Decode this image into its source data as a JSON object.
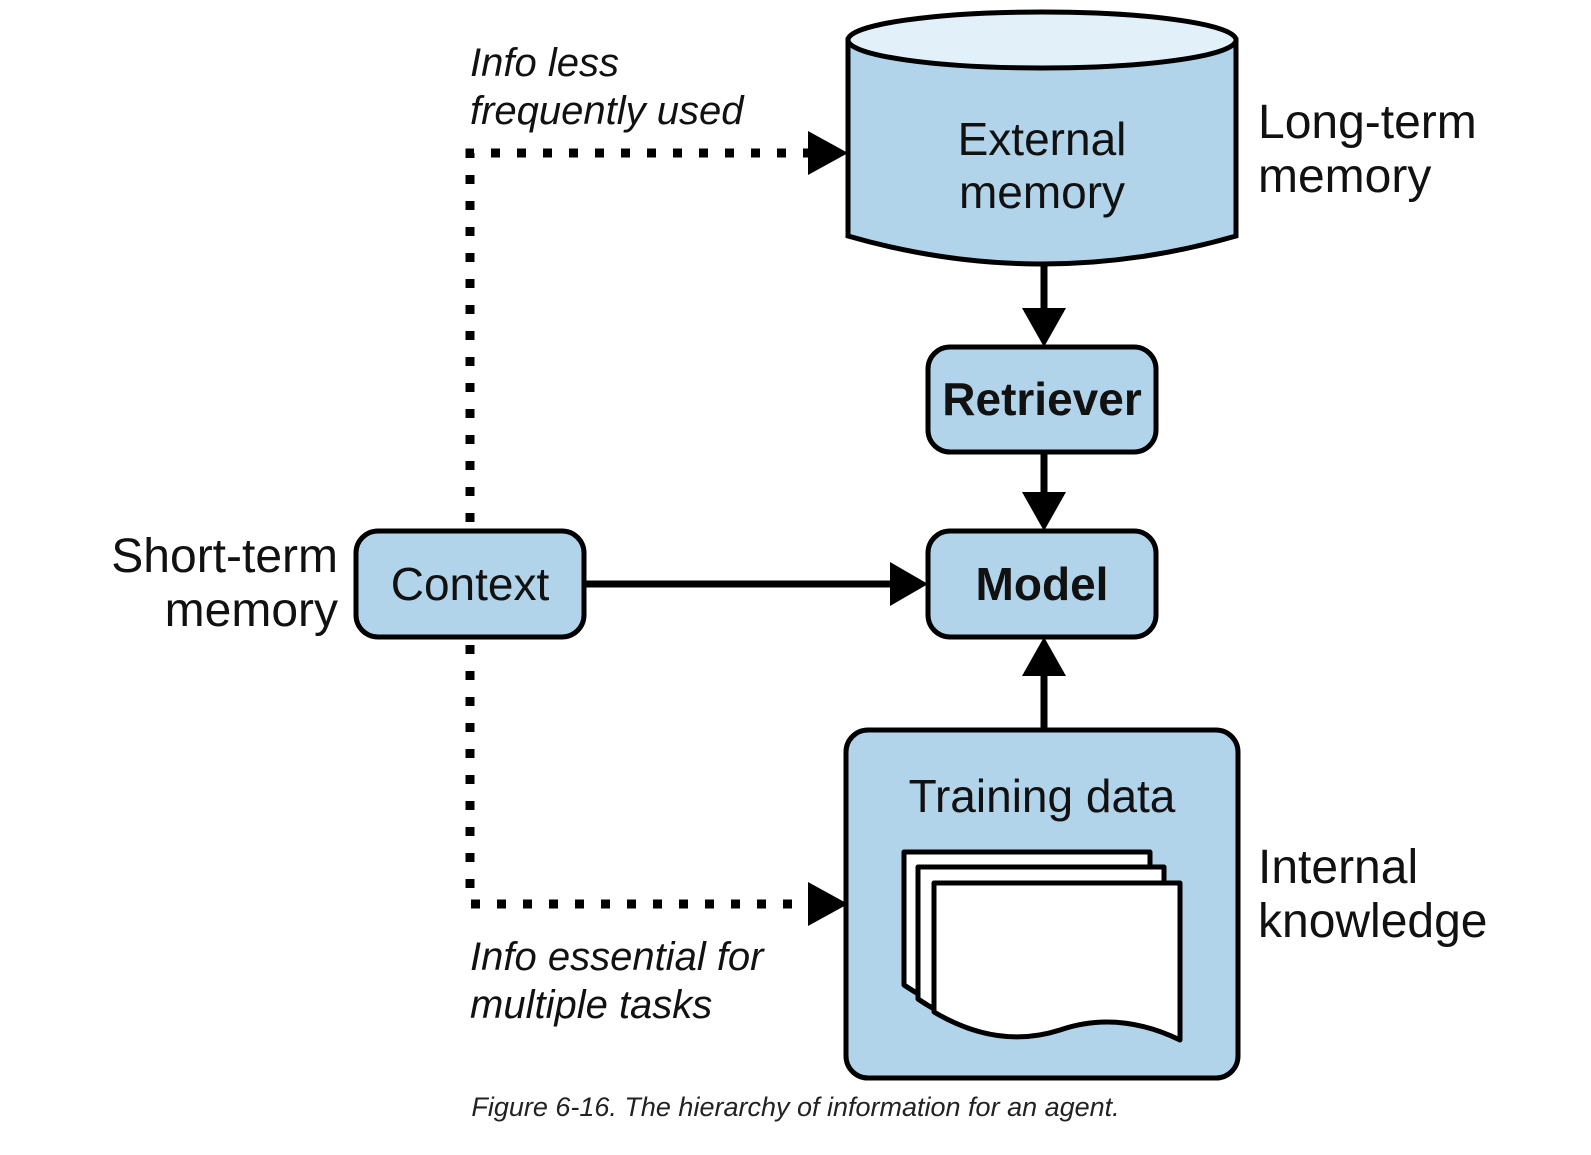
{
  "nodes": {
    "external_memory": [
      "External",
      "memory"
    ],
    "retriever": "Retriever",
    "model": "Model",
    "context": "Context",
    "training_data": "Training data"
  },
  "side_labels": {
    "long_term": [
      "Long-term",
      "memory"
    ],
    "short_term": [
      "Short-term",
      "memory"
    ],
    "internal": [
      "Internal",
      "knowledge"
    ]
  },
  "edge_labels": {
    "less_frequent": [
      "Info less",
      "frequently used"
    ],
    "essential": [
      "Info essential for",
      "multiple tasks"
    ]
  },
  "caption": "Figure 6-16. The hierarchy of information for an agent."
}
